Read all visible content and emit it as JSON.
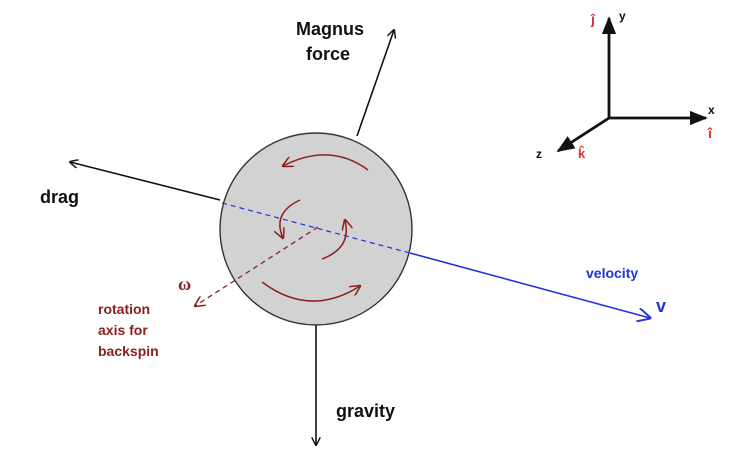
{
  "labels": {
    "magnus_line1": "Magnus",
    "magnus_line2": "force",
    "drag": "drag",
    "gravity": "gravity",
    "velocity": "velocity",
    "velocity_symbol": "v",
    "omega": "ω",
    "rotation_line1": "rotation",
    "rotation_line2": "axis for",
    "rotation_line3": "backspin"
  },
  "axes": {
    "x": "x",
    "y": "y",
    "z": "z",
    "i_hat": "î",
    "j_hat": "ĵ",
    "k_hat": "k̂"
  },
  "colors": {
    "black": "#111111",
    "velocity_blue": "#2233dd",
    "spin_red": "#8b2020",
    "unit_red": "#e03030",
    "ball_fill": "#d2d2d2",
    "ball_stroke": "#333333"
  }
}
